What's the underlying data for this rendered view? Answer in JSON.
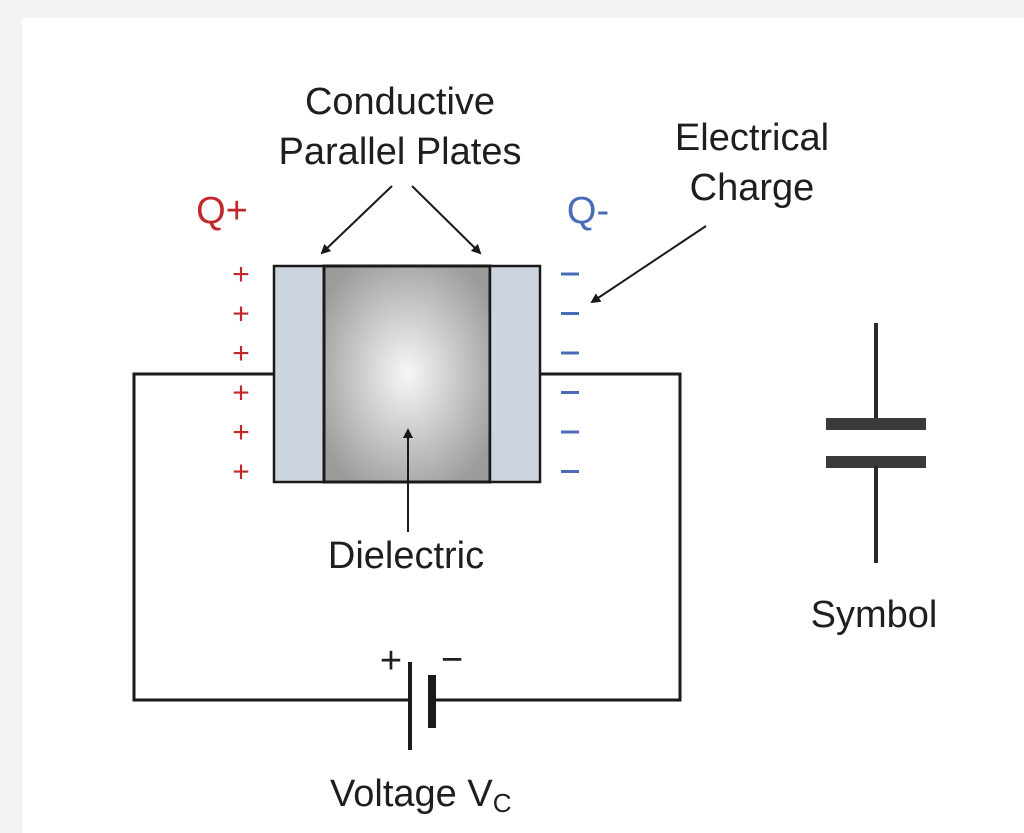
{
  "labels": {
    "plates_line1": "Conductive",
    "plates_line2": "Parallel Plates",
    "charge_line1": "Electrical",
    "charge_line2": "Charge",
    "q_positive": "Q+",
    "q_negative": "Q-",
    "dielectric": "Dielectric",
    "symbol": "Symbol",
    "voltage": "Voltage V",
    "voltage_sub": "C",
    "battery_plus": "+",
    "battery_minus": "−"
  },
  "charges": {
    "positive_sign": "+",
    "positive_count": 6,
    "negative_count": 6
  },
  "colors": {
    "positive": "#c0282a",
    "negative": "#4a6cb8",
    "plate_fill": "#cdd5e1",
    "wire": "#1a1a1a"
  }
}
